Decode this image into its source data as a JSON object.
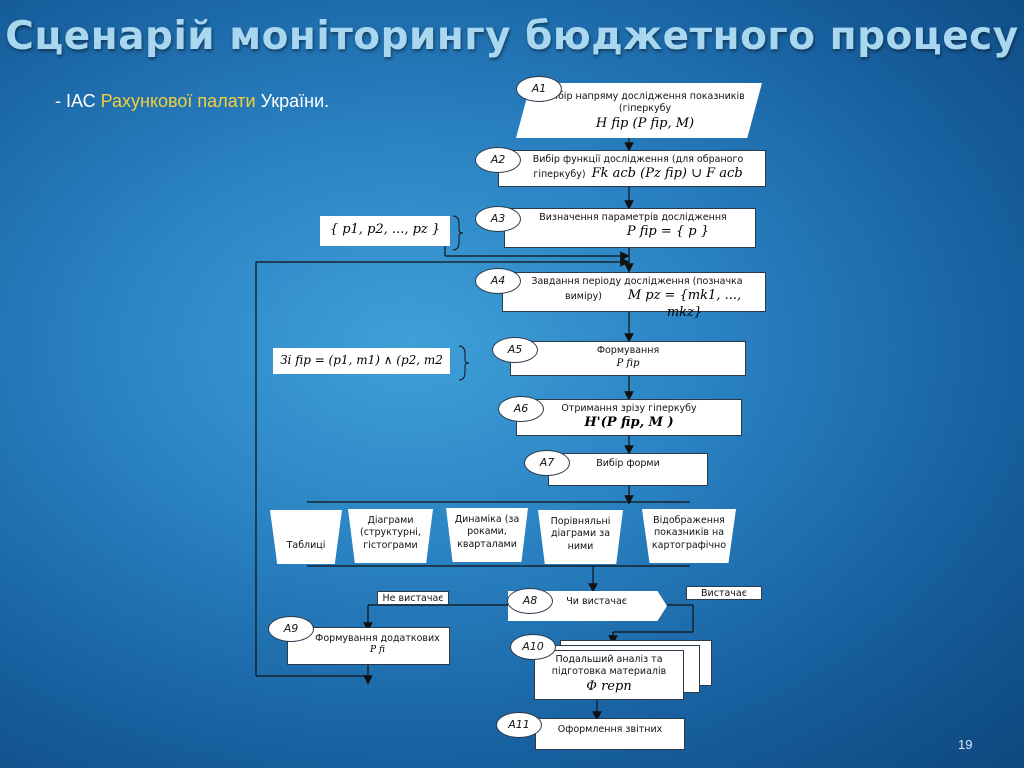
{
  "title": "Сценарій моніторингу бюджетного процесу",
  "subtitle": {
    "prefix": "- ІАС ",
    "highlight": "Рахункової палати",
    "suffix": " України."
  },
  "page_number": "19",
  "blocks": {
    "a1": {
      "badge": "А1",
      "text": "Вибір напряму дослідження показників (гіперкубу",
      "formula": "H fip (P fip, M)"
    },
    "a2": {
      "badge": "А2",
      "text": "Вибір функції дослідження (для обраного",
      "text2": "гіперкубу)",
      "formula": "Fk acb (Pz fip) ∪ F acb"
    },
    "a3": {
      "badge": "А3",
      "text": "Визначення параметрів дослідження",
      "formula": "P fip = { p }"
    },
    "a4": {
      "badge": "А4",
      "text": "Завдання періоду дослідження (позначка",
      "text2": "виміру)",
      "formula": "M pz = {mk1, ..., mkz}"
    },
    "a5": {
      "badge": "А5",
      "text": "Формування",
      "formula": "P fip"
    },
    "a6": {
      "badge": "А6",
      "text": "Отримання зрізу гіперкубу",
      "formula": "H'(P fip, M )"
    },
    "a7": {
      "badge": "А7",
      "text": "Вибір форми"
    },
    "a8": {
      "badge": "А8",
      "text": "Чи вистачає"
    },
    "a9": {
      "badge": "А9",
      "text": "Формування додаткових",
      "formula": "P fi"
    },
    "a10": {
      "badge": "А10",
      "text": "Подальший аналіз та підготовка материалів",
      "formula": "Φ repn"
    },
    "a11": {
      "badge": "А11",
      "text": "Оформлення звітних"
    }
  },
  "side_formulas": {
    "params": "{ p1, p2, ..., pz }",
    "condition": "Зi fip = (p1, m1) ∧ (p2, m2"
  },
  "forms": {
    "tables": "Таблиці",
    "diagrams": "Діаграми (структурні, гістограми",
    "dynamics": "Динаміка (за роками, кварталами",
    "comparative": "Порівняльні діаграми за ними",
    "mapping": "Відображення показників на картографічно"
  },
  "decisions": {
    "not_enough": "Не вистачає",
    "enough": "Вистачає"
  }
}
